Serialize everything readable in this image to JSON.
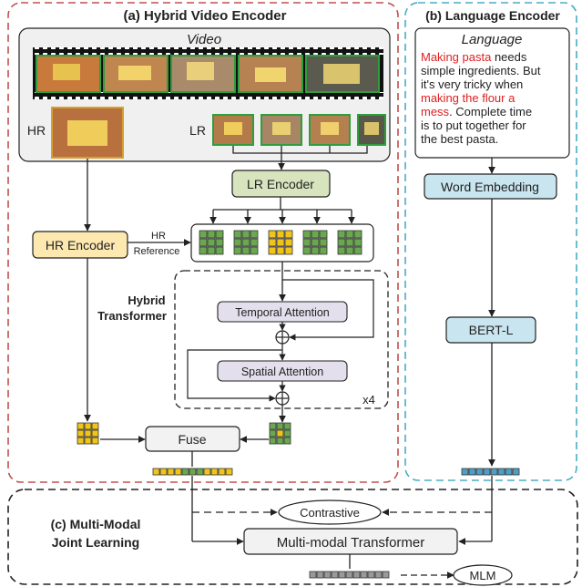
{
  "sections": {
    "video_encoder_title": "(a) Hybrid Video Encoder",
    "language_encoder_title": "(b) Language Encoder",
    "joint_title_line1": "(c) Multi-Modal",
    "joint_title_line2": "Joint Learning"
  },
  "video": {
    "title": "Video",
    "hr_label": "HR",
    "lr_label": "LR"
  },
  "blocks": {
    "lr_encoder": "LR Encoder",
    "hr_encoder": "HR Encoder",
    "hr_reference_line1": "HR",
    "hr_reference_line2": "Reference",
    "hybrid_transformer_line1": "Hybrid",
    "hybrid_transformer_line2": "Transformer",
    "temporal_attention": "Temporal Attention",
    "spatial_attention": "Spatial Attention",
    "repeat": "x4",
    "fuse": "Fuse",
    "word_embedding": "Word Embedding",
    "bert": "BERT-L",
    "contrastive": "Contrastive",
    "mm_transformer": "Multi-modal Transformer",
    "mlm": "MLM"
  },
  "language": {
    "title": "Language",
    "lines": [
      [
        {
          "t": "Making pasta",
          "red": true
        },
        {
          "t": " needs",
          "red": false
        }
      ],
      [
        {
          "t": "simple ingredients. But",
          "red": false
        }
      ],
      [
        {
          "t": "it's very tricky when",
          "red": false
        }
      ],
      [
        {
          "t": "making the flour a",
          "red": true
        }
      ],
      [
        {
          "t": "mess",
          "red": true
        },
        {
          "t": ". Complete time",
          "red": false
        }
      ],
      [
        {
          "t": "is to put together for",
          "red": false
        }
      ],
      [
        {
          "t": "the best pasta.",
          "red": false
        }
      ]
    ]
  },
  "colors": {
    "video_border": "#c0504d",
    "language_border": "#4bacc6",
    "lr_encoder_fill": "#d7e4bd",
    "hr_encoder_fill": "#fde9b0",
    "attention_fill": "#e4dfec",
    "bert_fill": "#c9e6f0",
    "token_yellow": "#f0c419",
    "token_green": "#6aa84f",
    "token_blue": "#4f9fc4",
    "token_gray": "#999999",
    "highlight_text": "#e02020"
  }
}
